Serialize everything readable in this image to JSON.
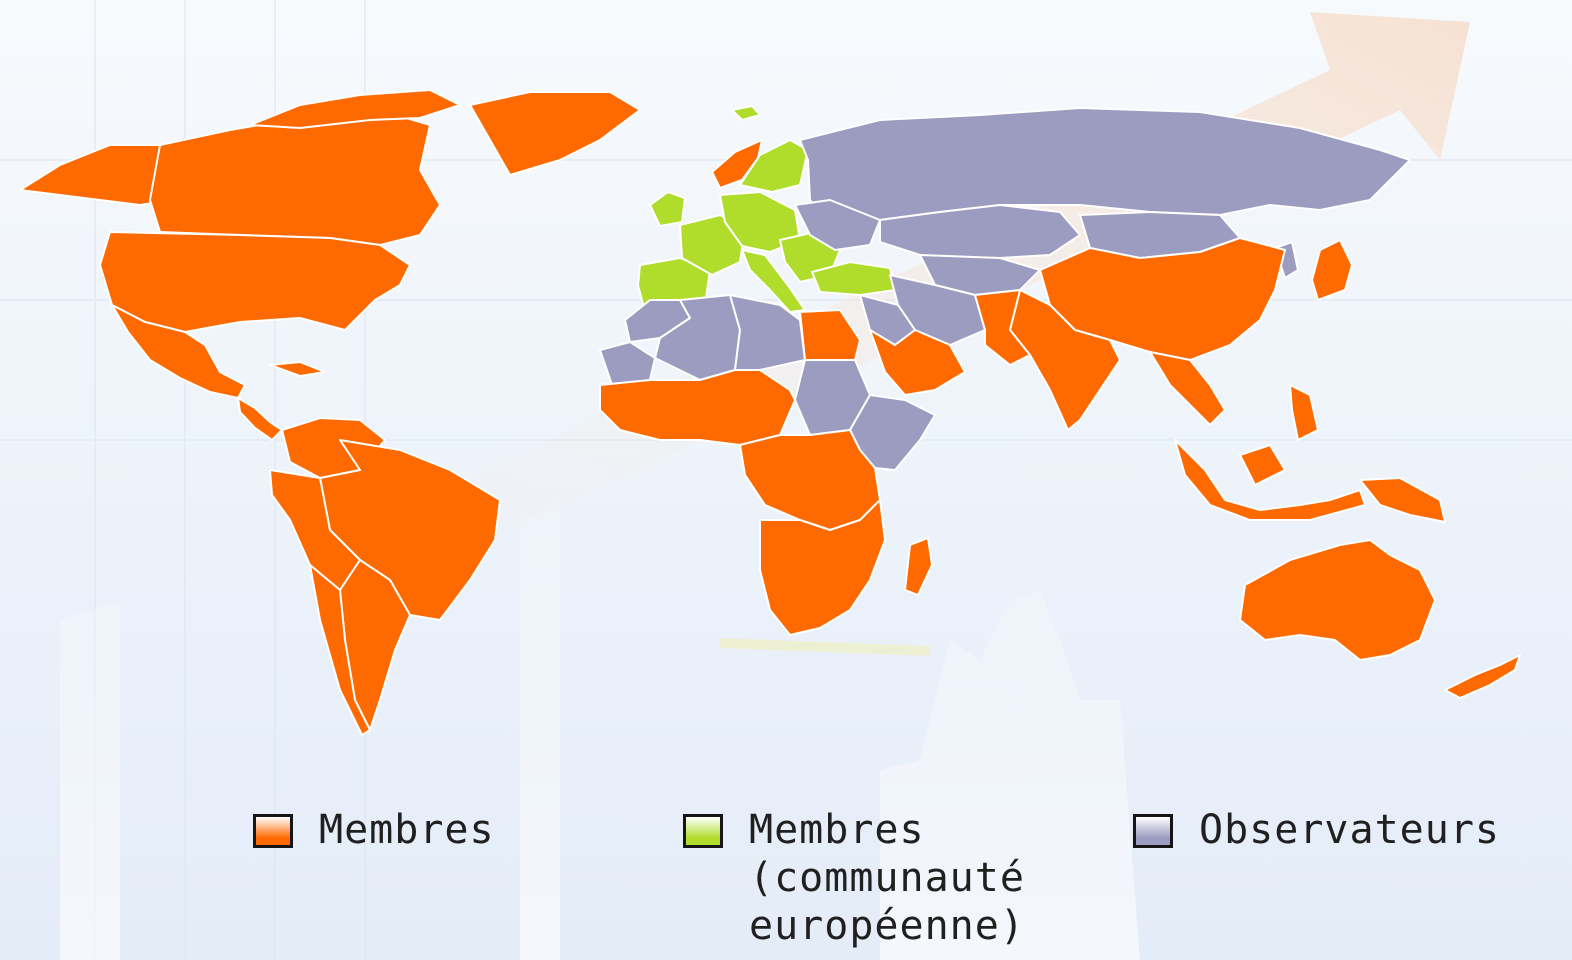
{
  "map": {
    "colors": {
      "membres": "#ff6a00",
      "membres_ce": "#b0dd2c",
      "observateurs": "#9c9cc0",
      "border": "#ffffff"
    },
    "legend": [
      {
        "label": "Membres",
        "color": "#ff6a00"
      },
      {
        "label": "Membres\n(communauté\neuropéenne)",
        "color": "#b0dd2c"
      },
      {
        "label": "Observateurs",
        "color": "#9c9cc0"
      }
    ]
  }
}
